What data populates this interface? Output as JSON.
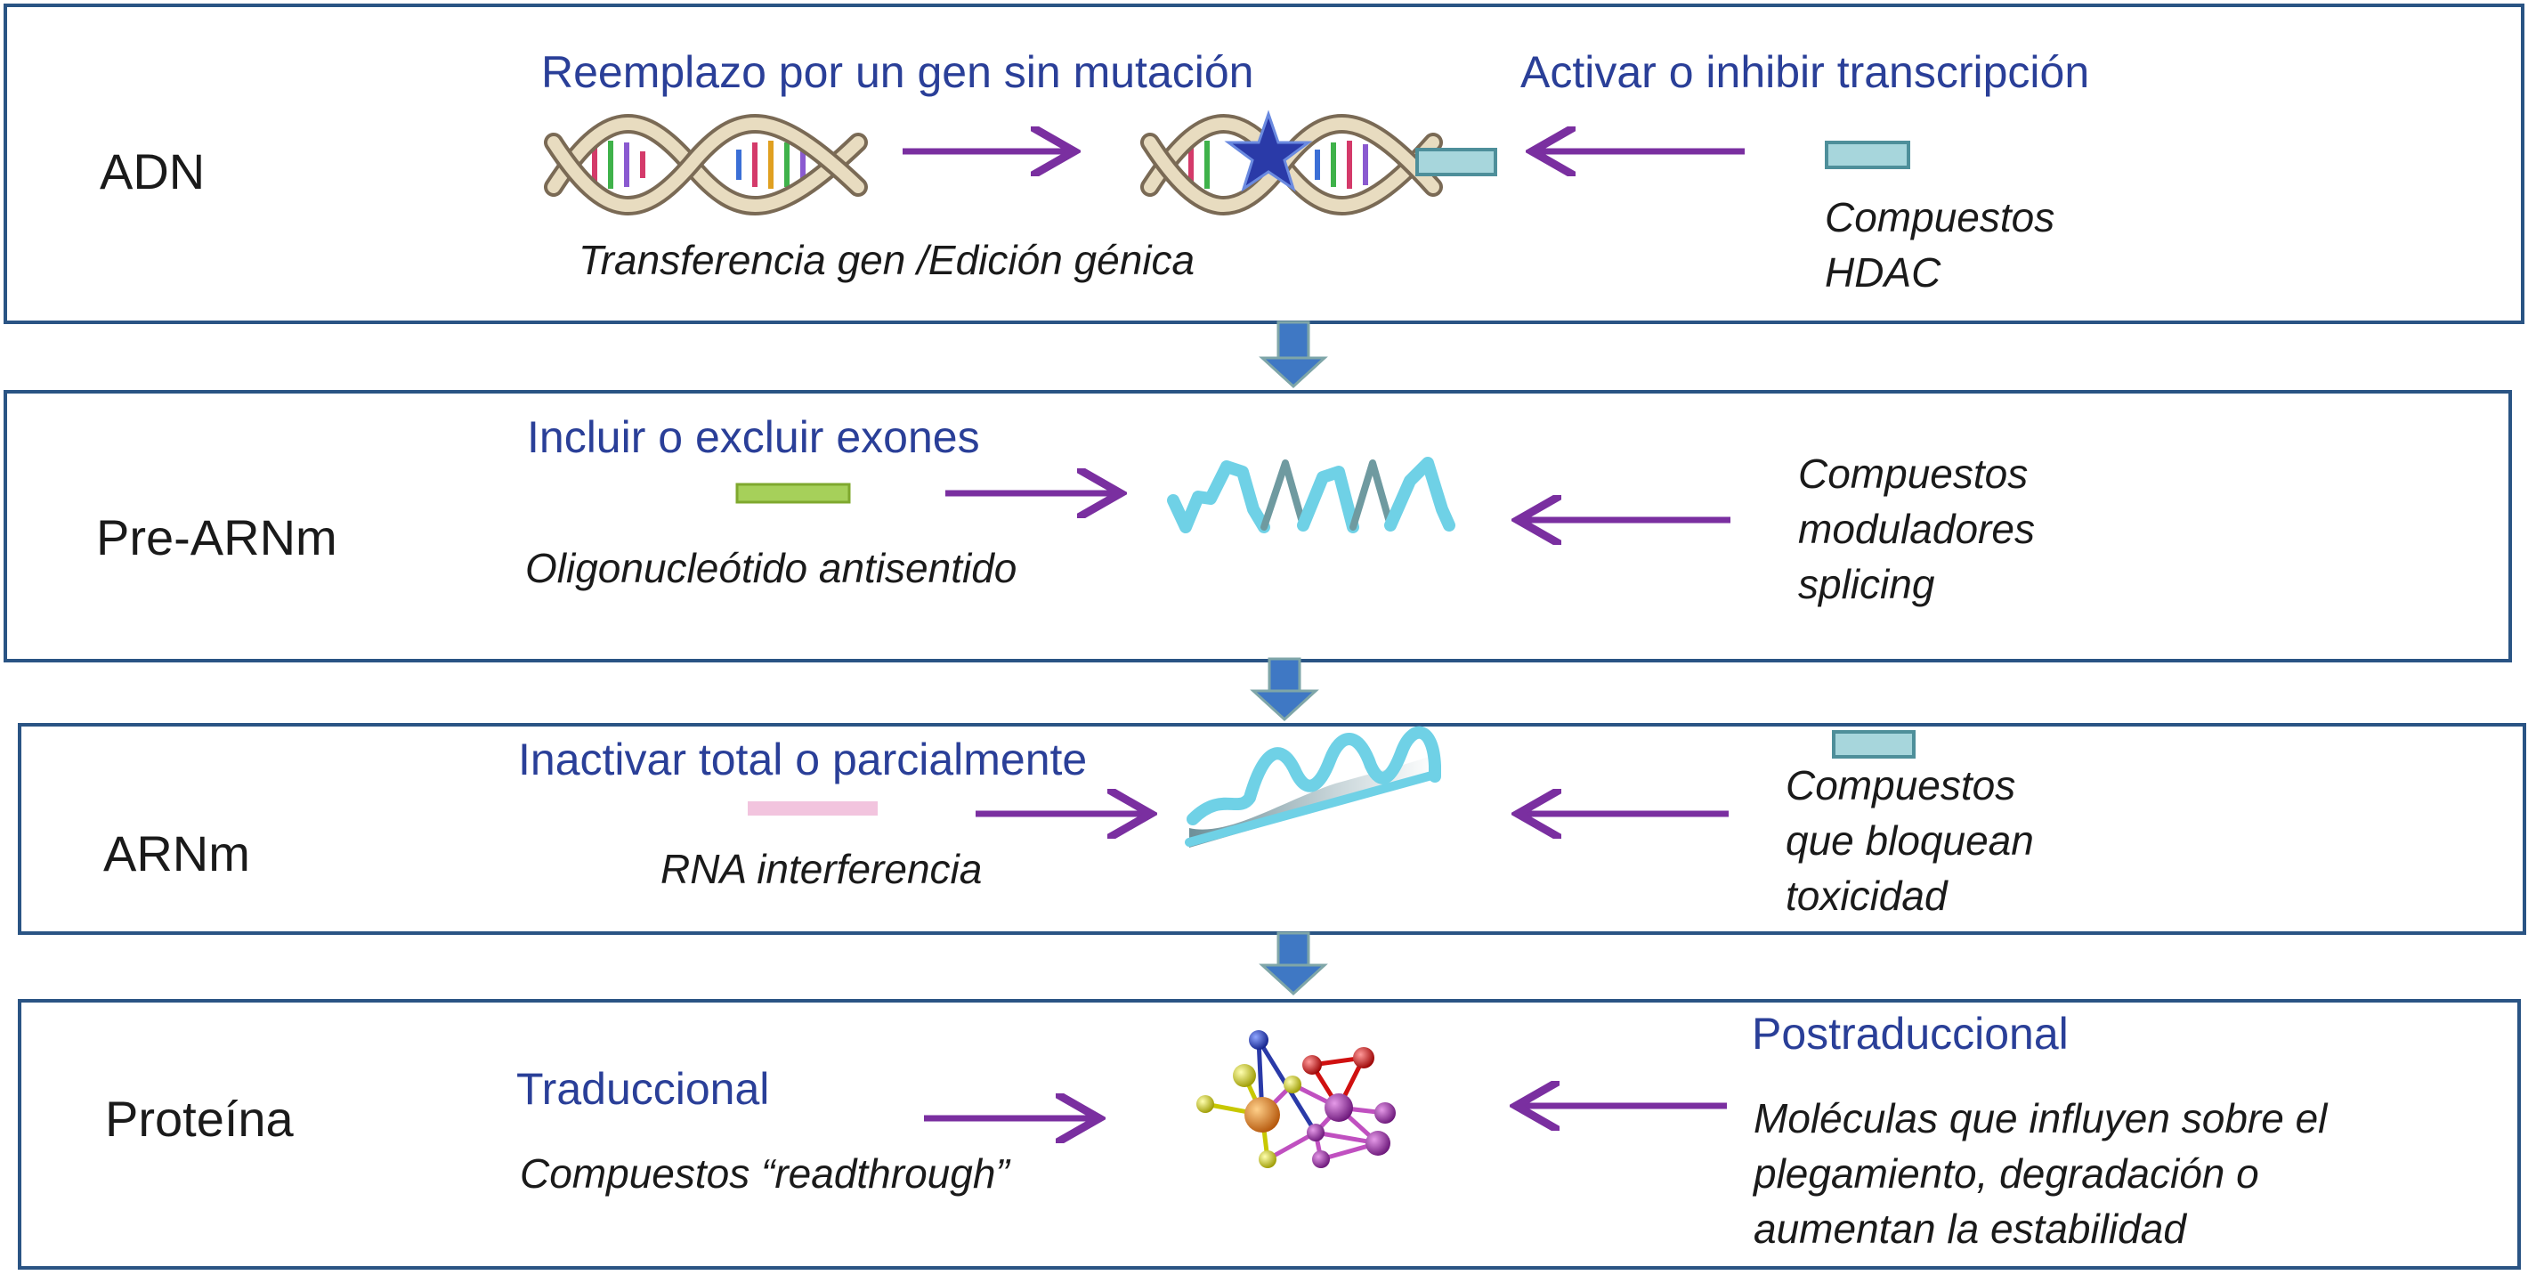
{
  "colors": {
    "box_border": "#2a5484",
    "heading_blue": "#2a3f98",
    "arrow_purple": "#7a2fa0",
    "down_arrow": "#3f78c4",
    "hdac_box": "#a7d6dc",
    "antisense_oligo": "#a6d05a",
    "rna_interference": "#f2c4de",
    "rna_strand": "#6fd1e6"
  },
  "levels": {
    "dna": {
      "label": "ADN",
      "left_title": "Reemplazo por un gen sin mutación",
      "left_caption": "Transferencia gen /Edición génica",
      "right_title": "Activar o inhibir transcripción",
      "right_caption": [
        "Compuestos",
        "HDAC"
      ],
      "icons": [
        "dna-helix-icon",
        "mutated-dna-helix-icon",
        "hdac-compound-icon"
      ]
    },
    "pre_mrna": {
      "label": "Pre-ARNm",
      "left_title": "Incluir o excluir exones",
      "left_caption": "Oligonucleótido antisentido",
      "right_caption": [
        "Compuestos",
        "moduladores",
        "splicing"
      ],
      "icons": [
        "antisense-oligo-icon",
        "pre-mrna-strand-icon"
      ]
    },
    "mrna": {
      "label": "ARNm",
      "left_title": "Inactivar total o parcialmente",
      "left_caption": "RNA interferencia",
      "right_caption": [
        "Compuestos",
        "que bloquean",
        "toxicidad"
      ],
      "icons": [
        "sirna-icon",
        "mrna-ribbon-icon",
        "blocking-compound-icon"
      ]
    },
    "protein": {
      "label": "Proteína",
      "left_title": "Traduccional",
      "left_caption": "Compuestos “readthrough”",
      "right_title": "Postraduccional",
      "right_caption": [
        "Moléculas que influyen sobre el",
        "plegamiento, degradación o",
        "aumentan la estabilidad"
      ],
      "icons": [
        "protein-molecule-icon"
      ]
    }
  }
}
